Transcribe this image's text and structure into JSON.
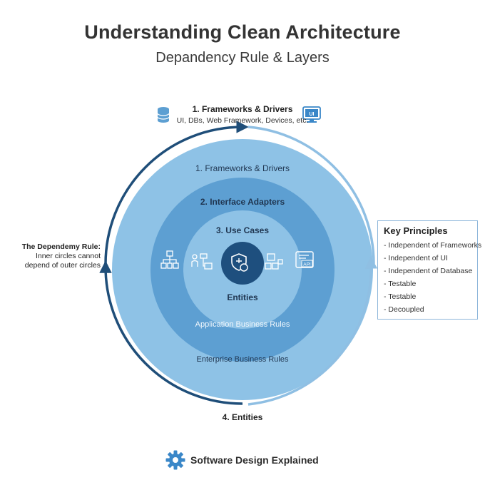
{
  "header": {
    "title": "Understanding Clean Architecture",
    "subtitle": "Depandency Rule & Layers"
  },
  "top_label": {
    "title": "1. Frameworks & Drivers",
    "description": "UI, DBs, Web Framework, Devices, etc.",
    "left_icon": "database-icon",
    "right_icon": "monitor-ui-icon",
    "monitor_text": "UI"
  },
  "layers": {
    "outer": {
      "title": "1. Frameworks & Drivers",
      "caption": "Enterprise Business Rules",
      "color": "#8ec2e6"
    },
    "adapters": {
      "title": "2. Interface Adapters",
      "caption": "Application Business Rules",
      "color": "#5d9fd2"
    },
    "use_cases": {
      "title": "3. Use Cases",
      "color": "#8ec2e6"
    },
    "entities": {
      "title": "Entities",
      "color": "#1e4f7e"
    }
  },
  "core_icons": [
    "hierarchy-icon",
    "user-workflow-icon",
    "shield-lock-icon",
    "components-icon",
    "api-icon"
  ],
  "api_badge": "API",
  "bottom_label": "4. Entities",
  "dependency_rule": {
    "title": "The Dependemy Rule:",
    "text_line1": "Inner circles cannot",
    "text_line2": "depend of outer circles"
  },
  "key_principles": {
    "title": "Key Principles",
    "items": [
      "- Independent of Frameworks",
      "- Independent of UI",
      "- Independent of Database",
      "- Testable",
      "- Testable",
      "- Decoupled"
    ]
  },
  "footer": {
    "text": "Software Design Explained",
    "icon": "gear-icon"
  },
  "colors": {
    "arrow_dark": "#1f4e79",
    "arrow_light": "#8fbfe3",
    "accent": "#3a87c8"
  }
}
